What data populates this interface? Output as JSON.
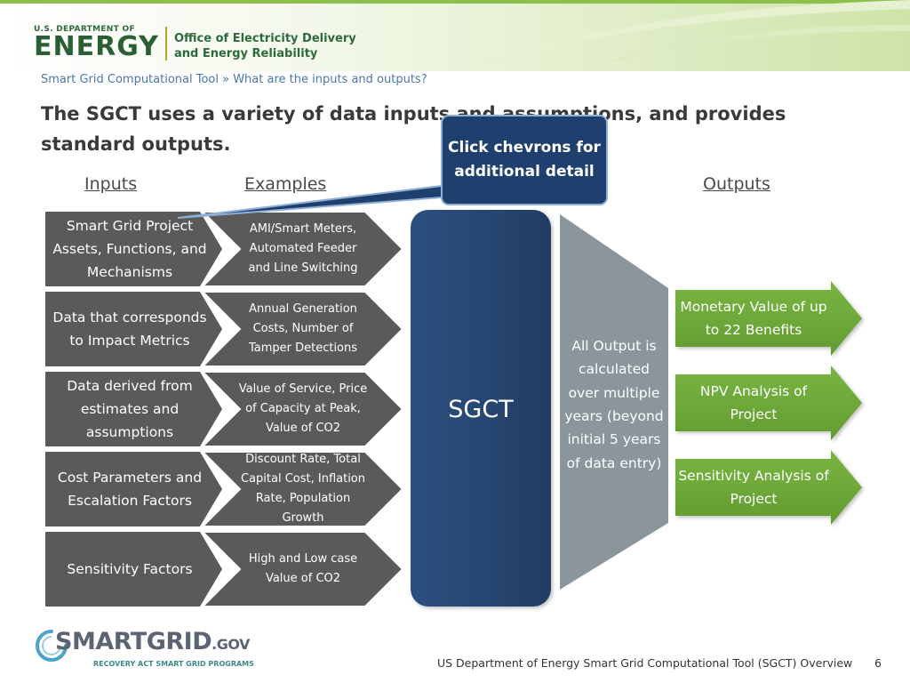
{
  "header": {
    "logo_top_text": "U.S. DEPARTMENT OF",
    "logo_main_text": "ENERGY",
    "office_line1": "Office of Electricity Delivery",
    "office_line2": "and Energy Reliability"
  },
  "breadcrumb": "Smart Grid Computational Tool » What are the inputs and outputs?",
  "title": "The SGCT uses a variety of data inputs and assumptions, and provides standard outputs.",
  "column_headers": {
    "inputs": "Inputs",
    "examples": "Examples",
    "outputs": "Outputs"
  },
  "callout": "Click chevrons for additional detail",
  "inputs": [
    {
      "label": "Smart Grid Project Assets, Functions, and Mechanisms",
      "example": "AMI/Smart Meters, Automated Feeder and Line Switching"
    },
    {
      "label": "Data that corresponds to Impact Metrics",
      "example": "Annual Generation Costs, Number of Tamper Detections"
    },
    {
      "label": "Data derived from estimates and assumptions",
      "example": "Value of Service, Price of Capacity at Peak, Value of CO2"
    },
    {
      "label": "Cost Parameters and Escalation Factors",
      "example": "Discount Rate, Total Capital Cost, Inflation Rate, Population Growth"
    },
    {
      "label": "Sensitivity Factors",
      "example": "High and Low case Value of CO2"
    }
  ],
  "sgct_label": "SGCT",
  "all_output_text": "All Output is calculated over multiple years (beyond initial 5 years of data entry)",
  "outputs": [
    {
      "label": "Monetary Value of up to 22 Benefits"
    },
    {
      "label": "NPV Analysis of Project"
    },
    {
      "label": "Sensitivity Analysis of Project"
    }
  ],
  "footer": {
    "smartgrid_main": "SMARTGRID",
    "smartgrid_gov": ".GOV",
    "smartgrid_sub": "RECOVERY ACT SMART GRID PROGRAMS",
    "text": "US Department of Energy Smart Grid Computational Tool (SGCT) Overview",
    "page_number": "6"
  },
  "colors": {
    "input_gray": "#5a5a5a",
    "sgct_navy": "#274670",
    "output_green": "#6faa3a",
    "funnel_gray": "#8a969c",
    "callout_navy": "#1f3f6e"
  }
}
